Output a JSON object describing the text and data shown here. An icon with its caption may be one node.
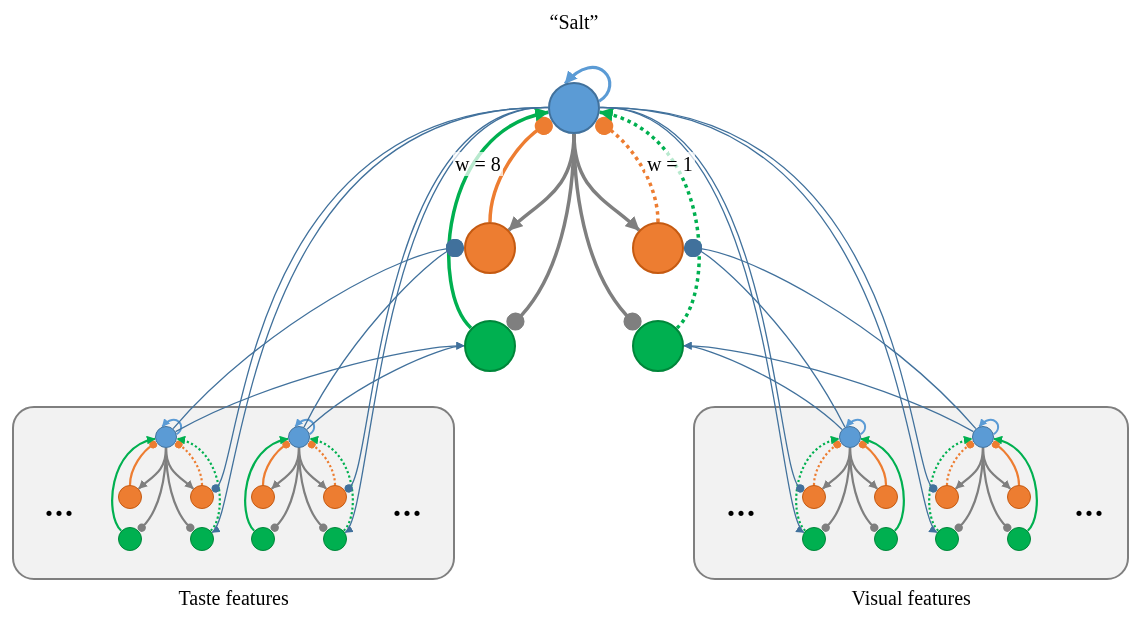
{
  "diagram": {
    "nodes": [
      {
        "text": [],
        "shape": "circle",
        "beside": [
          "“Salt”"
        ]
      },
      {
        "text": [],
        "shape": "circle"
      },
      {
        "text": [],
        "shape": "circle"
      },
      {
        "text": [],
        "shape": "circle"
      },
      {
        "text": [],
        "shape": "circle"
      },
      {
        "text": [
          "Taste features"
        ]
      },
      {
        "text": [],
        "shape": "circle",
        "in": 5
      },
      {
        "text": [],
        "shape": "circle",
        "in": 5
      },
      {
        "text": [],
        "shape": "circle",
        "in": 5
      },
      {
        "text": [],
        "shape": "circle",
        "in": 5
      },
      {
        "text": [],
        "shape": "circle",
        "in": 5
      },
      {
        "text": [],
        "shape": "circle",
        "in": 5
      },
      {
        "text": [],
        "shape": "circle",
        "in": 5
      },
      {
        "text": [],
        "shape": "circle",
        "in": 5
      },
      {
        "text": [],
        "shape": "circle",
        "in": 5
      },
      {
        "text": [],
        "shape": "circle",
        "in": 5
      },
      {
        "text": [
          "Visual features"
        ]
      },
      {
        "text": [],
        "shape": "circle",
        "in": 16
      },
      {
        "text": [],
        "shape": "circle",
        "in": 16
      },
      {
        "text": [],
        "shape": "circle",
        "in": 16
      },
      {
        "text": [],
        "shape": "circle",
        "in": 16
      },
      {
        "text": [],
        "shape": "circle",
        "in": 16
      },
      {
        "text": [],
        "shape": "circle",
        "in": 16
      },
      {
        "text": [],
        "shape": "circle",
        "in": 16
      },
      {
        "text": [],
        "shape": "circle",
        "in": 16
      },
      {
        "text": [],
        "shape": "circle",
        "in": 16
      },
      {
        "text": [],
        "shape": "circle",
        "in": 16
      }
    ],
    "edges": [
      {
        "from": 0,
        "to": 0,
        "arrow": "to",
        "color": "#5b9bd5"
      },
      {
        "from": 0,
        "to": 1,
        "arrow": "to"
      },
      {
        "from": 0,
        "to": 2,
        "arrow": "to"
      },
      {
        "from": 0,
        "to": 3,
        "arrow": "other"
      },
      {
        "from": 0,
        "to": 4,
        "arrow": "other"
      },
      {
        "from": 1,
        "to": 0,
        "arrow": "other",
        "color": "#ed7d31",
        "label": "w = 8"
      },
      {
        "from": 3,
        "to": 0,
        "arrow": "to",
        "color": "#00b050"
      },
      {
        "from": 2,
        "to": 0,
        "arrow": "other",
        "color": "#ed7d31",
        "style": "dashed",
        "label": "w = 1"
      },
      {
        "from": 4,
        "to": 0,
        "arrow": "to",
        "color": "#00b050",
        "style": "dashed"
      },
      {
        "from": 6,
        "to": 6,
        "arrow": "to",
        "color": "#5b9bd5"
      },
      {
        "from": 6,
        "to": 7,
        "arrow": "to"
      },
      {
        "from": 6,
        "to": 8,
        "arrow": "to"
      },
      {
        "from": 6,
        "to": 9,
        "arrow": "other"
      },
      {
        "from": 6,
        "to": 10,
        "arrow": "other"
      },
      {
        "from": 7,
        "to": 6,
        "arrow": "other",
        "color": "#ed7d31"
      },
      {
        "from": 9,
        "to": 6,
        "arrow": "to",
        "color": "#00b050"
      },
      {
        "from": 8,
        "to": 6,
        "arrow": "other",
        "color": "#ed7d31",
        "style": "dashed"
      },
      {
        "from": 10,
        "to": 6,
        "arrow": "to",
        "color": "#00b050",
        "style": "dashed"
      },
      {
        "from": 11,
        "to": 11,
        "arrow": "to",
        "color": "#5b9bd5"
      },
      {
        "from": 11,
        "to": 12,
        "arrow": "to"
      },
      {
        "from": 11,
        "to": 13,
        "arrow": "to"
      },
      {
        "from": 11,
        "to": 14,
        "arrow": "other"
      },
      {
        "from": 11,
        "to": 15,
        "arrow": "other"
      },
      {
        "from": 12,
        "to": 11,
        "arrow": "other",
        "color": "#ed7d31"
      },
      {
        "from": 14,
        "to": 11,
        "arrow": "to",
        "color": "#00b050"
      },
      {
        "from": 13,
        "to": 11,
        "arrow": "other",
        "color": "#ed7d31",
        "style": "dashed"
      },
      {
        "from": 15,
        "to": 11,
        "arrow": "to",
        "color": "#00b050",
        "style": "dashed"
      },
      {
        "from": 17,
        "to": 17,
        "arrow": "to",
        "color": "#5b9bd5"
      },
      {
        "from": 17,
        "to": 18,
        "arrow": "to"
      },
      {
        "from": 17,
        "to": 19,
        "arrow": "to"
      },
      {
        "from": 17,
        "to": 20,
        "arrow": "other"
      },
      {
        "from": 17,
        "to": 21,
        "arrow": "other"
      },
      {
        "from": 18,
        "to": 17,
        "arrow": "other",
        "color": "#ed7d31",
        "style": "dashed"
      },
      {
        "from": 20,
        "to": 17,
        "arrow": "to",
        "color": "#00b050",
        "style": "dashed"
      },
      {
        "from": 19,
        "to": 17,
        "arrow": "other",
        "color": "#ed7d31"
      },
      {
        "from": 21,
        "to": 17,
        "arrow": "to",
        "color": "#00b050"
      },
      {
        "from": 22,
        "to": 22,
        "arrow": "to",
        "color": "#5b9bd5"
      },
      {
        "from": 22,
        "to": 23,
        "arrow": "to"
      },
      {
        "from": 22,
        "to": 24,
        "arrow": "to"
      },
      {
        "from": 22,
        "to": 25,
        "arrow": "other"
      },
      {
        "from": 22,
        "to": 26,
        "arrow": "other"
      },
      {
        "from": 23,
        "to": 22,
        "arrow": "other",
        "color": "#ed7d31",
        "style": "dashed"
      },
      {
        "from": 25,
        "to": 22,
        "arrow": "to",
        "color": "#00b050",
        "style": "dashed"
      },
      {
        "from": 24,
        "to": 22,
        "arrow": "other",
        "color": "#ed7d31"
      },
      {
        "from": 26,
        "to": 22,
        "arrow": "to",
        "color": "#00b050"
      },
      {
        "from": 0,
        "to": 8,
        "arrow": "other",
        "color": "#41719c"
      },
      {
        "from": 0,
        "to": 10,
        "arrow": "to",
        "color": "#41719c"
      },
      {
        "from": 0,
        "to": 13,
        "arrow": "other",
        "color": "#41719c"
      },
      {
        "from": 0,
        "to": 15,
        "arrow": "to",
        "color": "#41719c"
      },
      {
        "from": 0,
        "to": 18,
        "arrow": "other",
        "color": "#41719c"
      },
      {
        "from": 0,
        "to": 20,
        "arrow": "to",
        "color": "#41719c"
      },
      {
        "from": 0,
        "to": 23,
        "arrow": "other",
        "color": "#41719c"
      },
      {
        "from": 0,
        "to": 25,
        "arrow": "to",
        "color": "#41719c"
      },
      {
        "from": 6,
        "to": 1,
        "arrow": "other",
        "color": "#41719c"
      },
      {
        "from": 6,
        "to": 3,
        "arrow": "to",
        "color": "#41719c"
      },
      {
        "from": 11,
        "to": 1,
        "arrow": "other",
        "color": "#41719c"
      },
      {
        "from": 11,
        "to": 3,
        "arrow": "to",
        "color": "#41719c"
      },
      {
        "from": 17,
        "to": 2,
        "arrow": "other",
        "color": "#41719c"
      },
      {
        "from": 17,
        "to": 4,
        "arrow": "to",
        "color": "#41719c"
      },
      {
        "from": 22,
        "to": 2,
        "arrow": "other",
        "color": "#41719c"
      },
      {
        "from": 22,
        "to": 4,
        "arrow": "to",
        "color": "#41719c"
      }
    ],
    "labels": [
      "...",
      "...",
      "...",
      "..."
    ]
  }
}
